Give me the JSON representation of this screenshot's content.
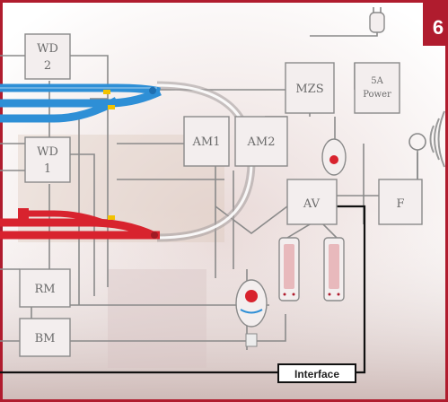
{
  "badge": {
    "number": "6",
    "color": "#b01c2e"
  },
  "boxes": {
    "wd2": {
      "line1": "WD",
      "line2": "2"
    },
    "wd1": {
      "line1": "WD",
      "line2": "1"
    },
    "rm": "RM",
    "bm": "BM",
    "am1": "AM1",
    "am2": "AM2",
    "mzs": "MZS",
    "power": {
      "line1": "5A",
      "line2": "Power"
    },
    "av": "AV",
    "f": "F"
  },
  "interface_label": "Interface",
  "colors": {
    "frame": "#b01c2e",
    "blue_track": "#2e8fd6",
    "red_track": "#d8232e",
    "box_fill": "#f3eeee",
    "box_stroke": "#8a8a8a",
    "wire": "#8a8a8a",
    "interface_wire": "#111111"
  }
}
